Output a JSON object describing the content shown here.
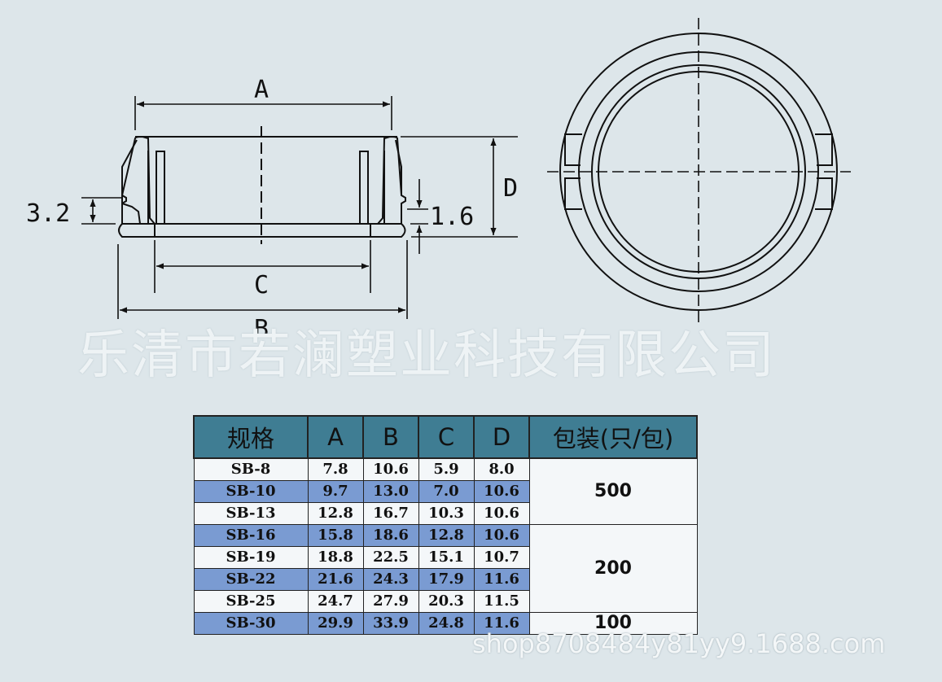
{
  "dimensions": {
    "a": "A",
    "b": "B",
    "c": "C",
    "d": "D",
    "base": "3.2",
    "step": "1.6"
  },
  "watermark": "乐清市若澜塑业科技有限公司",
  "shop_url": "shop8708484y81yy9.1688.com",
  "table": {
    "headers": [
      "规格",
      "A",
      "B",
      "C",
      "D",
      "包装(只/包)"
    ],
    "rows": [
      [
        "SB-8",
        "7.8",
        "10.6",
        "5.9",
        "8.0"
      ],
      [
        "SB-10",
        "9.7",
        "13.0",
        "7.0",
        "10.6"
      ],
      [
        "SB-13",
        "12.8",
        "16.7",
        "10.3",
        "10.6"
      ],
      [
        "SB-16",
        "15.8",
        "18.6",
        "12.8",
        "10.6"
      ],
      [
        "SB-19",
        "18.8",
        "22.5",
        "15.1",
        "10.7"
      ],
      [
        "SB-22",
        "21.6",
        "24.3",
        "17.9",
        "11.6"
      ],
      [
        "SB-25",
        "24.7",
        "27.9",
        "20.3",
        "11.5"
      ],
      [
        "SB-30",
        "29.9",
        "33.9",
        "24.8",
        "11.6"
      ]
    ],
    "packing": [
      "500",
      "200",
      "100"
    ]
  },
  "colors": {
    "background": "#dde6ea",
    "header": "#3f7d93",
    "row_light": "#f4f7f9",
    "row_blue": "#7a9bd2"
  }
}
